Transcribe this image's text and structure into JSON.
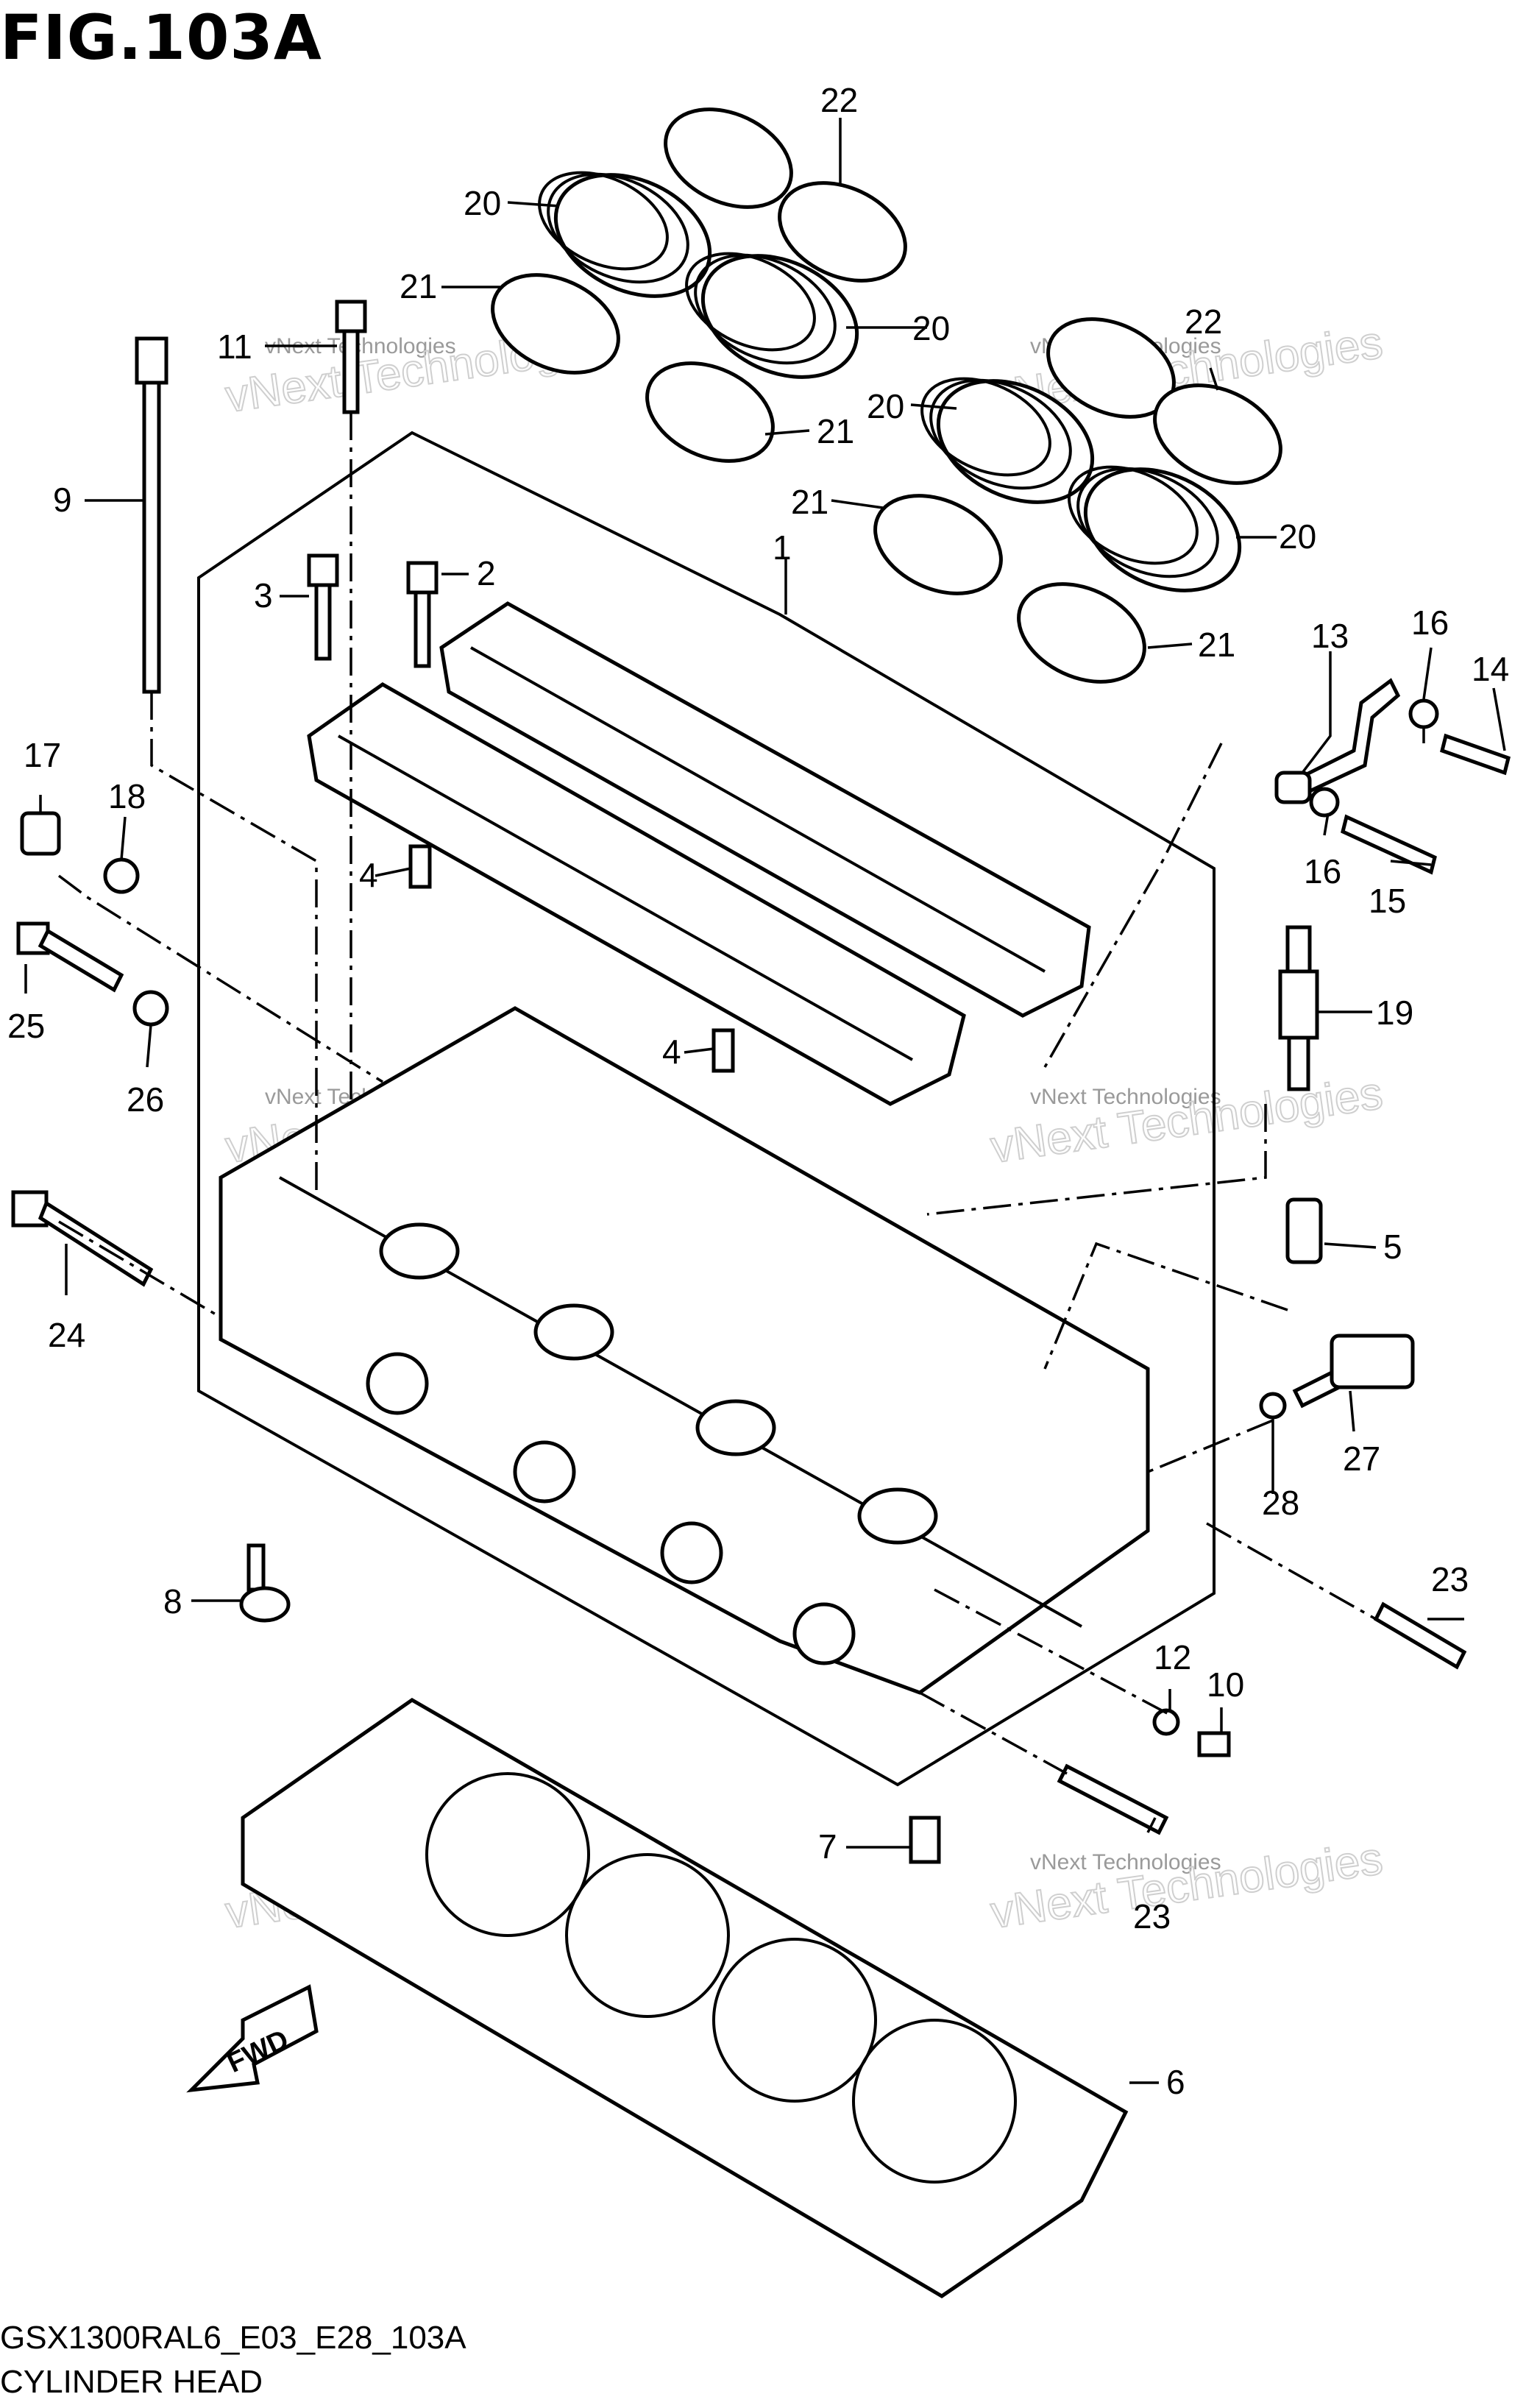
{
  "figure": {
    "title": "FIG.103A",
    "model_code": "GSX1300RAL6_E03_E28_103A",
    "section_name": "CYLINDER HEAD",
    "fwd_label": "FWD"
  },
  "watermarks": {
    "small": "vNext Technologies",
    "large": "vNext Technologies"
  },
  "callouts": [
    {
      "id": "c1",
      "label": "1"
    },
    {
      "id": "c2",
      "label": "2"
    },
    {
      "id": "c3",
      "label": "3"
    },
    {
      "id": "c4a",
      "label": "4"
    },
    {
      "id": "c4b",
      "label": "4"
    },
    {
      "id": "c5",
      "label": "5"
    },
    {
      "id": "c6",
      "label": "6"
    },
    {
      "id": "c7",
      "label": "7"
    },
    {
      "id": "c8",
      "label": "8"
    },
    {
      "id": "c9",
      "label": "9"
    },
    {
      "id": "c10",
      "label": "10"
    },
    {
      "id": "c11",
      "label": "11"
    },
    {
      "id": "c12",
      "label": "12"
    },
    {
      "id": "c13",
      "label": "13"
    },
    {
      "id": "c14",
      "label": "14"
    },
    {
      "id": "c15",
      "label": "15"
    },
    {
      "id": "c16a",
      "label": "16"
    },
    {
      "id": "c16b",
      "label": "16"
    },
    {
      "id": "c17",
      "label": "17"
    },
    {
      "id": "c18",
      "label": "18"
    },
    {
      "id": "c19",
      "label": "19"
    },
    {
      "id": "c20a",
      "label": "20"
    },
    {
      "id": "c20b",
      "label": "20"
    },
    {
      "id": "c20c",
      "label": "20"
    },
    {
      "id": "c20d",
      "label": "20"
    },
    {
      "id": "c21a",
      "label": "21"
    },
    {
      "id": "c21b",
      "label": "21"
    },
    {
      "id": "c21c",
      "label": "21"
    },
    {
      "id": "c21d",
      "label": "21"
    },
    {
      "id": "c22a",
      "label": "22"
    },
    {
      "id": "c22b",
      "label": "22"
    },
    {
      "id": "c23a",
      "label": "23"
    },
    {
      "id": "c23b",
      "label": "23"
    },
    {
      "id": "c24",
      "label": "24"
    },
    {
      "id": "c25",
      "label": "25"
    },
    {
      "id": "c26",
      "label": "26"
    },
    {
      "id": "c27",
      "label": "27"
    },
    {
      "id": "c28",
      "label": "28"
    }
  ]
}
